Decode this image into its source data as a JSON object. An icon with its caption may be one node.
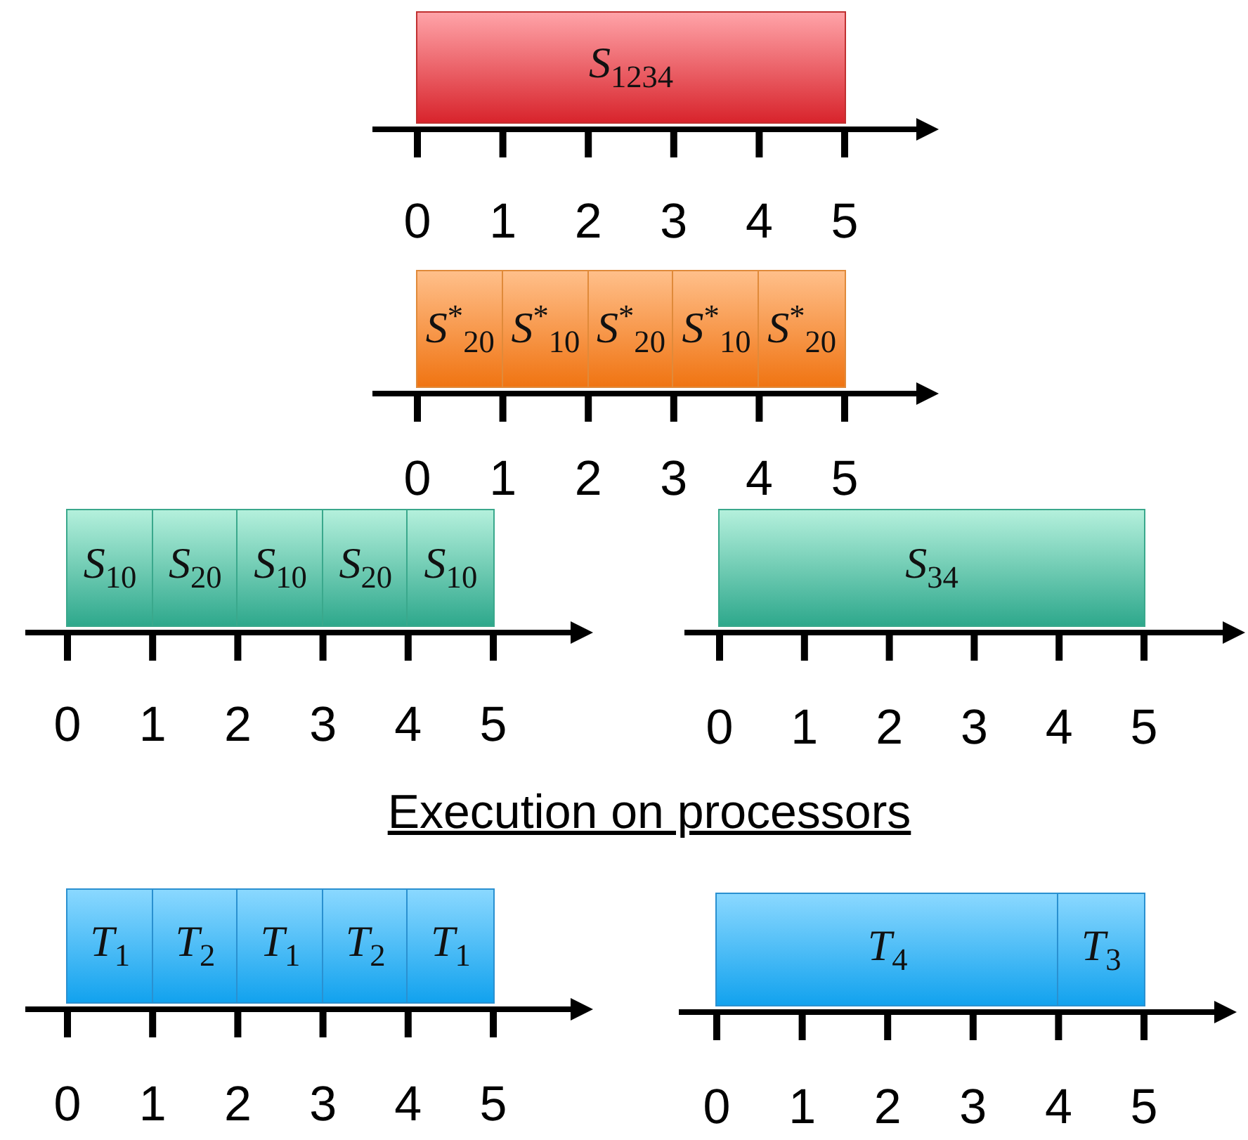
{
  "diagram": {
    "nodes": [
      {
        "text": [
          "*S*$_{1234}$"
        ]
      },
      {
        "text": [
          "*S*$^{*}$$_{20}$"
        ]
      },
      {
        "text": [
          "*S*$^{*}$$_{10}$"
        ]
      },
      {
        "text": [
          "*S*$^{*}$$_{20}$"
        ]
      },
      {
        "text": [
          "*S*$^{*}$$_{10}$"
        ]
      },
      {
        "text": [
          "*S*$^{*}$$_{20}$"
        ]
      },
      {
        "text": [
          "*S*$_{10}$"
        ]
      },
      {
        "text": [
          "*S*$_{20}$"
        ]
      },
      {
        "text": [
          "*S*$_{10}$"
        ]
      },
      {
        "text": [
          "*S*$_{20}$"
        ]
      },
      {
        "text": [
          "*S*$_{10}$"
        ]
      },
      {
        "text": [
          "*S*$_{34}$"
        ]
      },
      {
        "text": [
          "*T*$_{1}$"
        ]
      },
      {
        "text": [
          "*T*$_{2}$"
        ]
      },
      {
        "text": [
          "*T*$_{1}$"
        ]
      },
      {
        "text": [
          "*T*$_{2}$"
        ]
      },
      {
        "text": [
          "*T*$_{1}$"
        ]
      },
      {
        "text": [
          "*T*$_{4}$"
        ]
      },
      {
        "text": [
          "*T*$_{3}$"
        ]
      }
    ],
    "labels": [
      "0",
      "1",
      "2",
      "3",
      "4",
      "5",
      "0",
      "1",
      "2",
      "3",
      "4",
      "5",
      "0",
      "1",
      "2",
      "3",
      "4",
      "5",
      "0",
      "1",
      "2",
      "3",
      "4",
      "5",
      "Execution on processors",
      "0",
      "1",
      "2",
      "3",
      "4",
      "5",
      "0",
      "1",
      "2",
      "3",
      "4",
      "5"
    ]
  }
}
